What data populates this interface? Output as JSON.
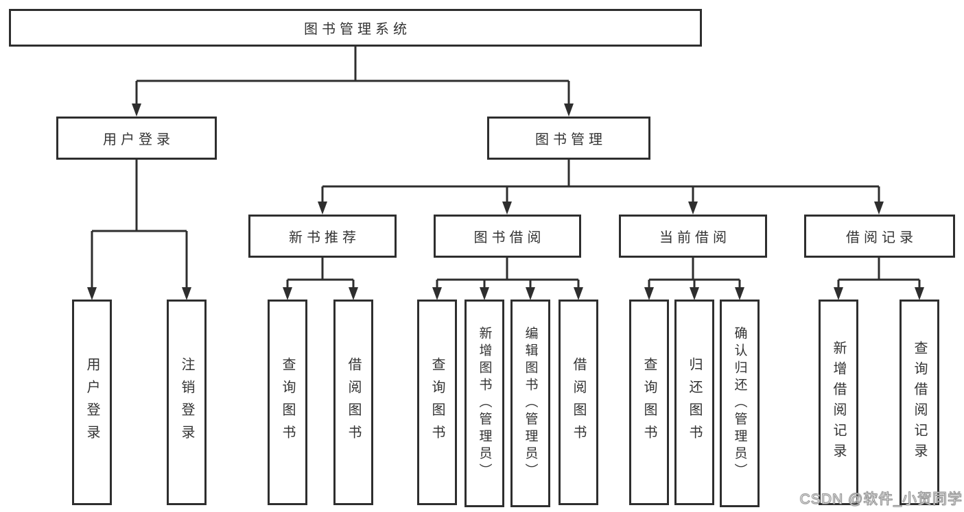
{
  "colors": {
    "line": "#2e2e2e",
    "text": "#333333",
    "background": "#ffffff",
    "watermark_fill": "#ffffff",
    "watermark_outline": "#8f8f8f"
  },
  "watermark": {
    "text": "CSDN @软件_小贺同学"
  },
  "tree": {
    "root": {
      "label": "图书管理系统",
      "children": [
        {
          "label": "用户登录",
          "children": [
            {
              "label": "用户登录"
            },
            {
              "label": "注销登录"
            }
          ]
        },
        {
          "label": "图书管理",
          "children": [
            {
              "label": "新书推荐",
              "children": [
                {
                  "label": "查询图书"
                },
                {
                  "label": "借阅图书"
                }
              ]
            },
            {
              "label": "图书借阅",
              "children": [
                {
                  "label": "查询图书"
                },
                {
                  "label": "新增图书（管理员）"
                },
                {
                  "label": "编辑图书（管理员）"
                },
                {
                  "label": "借阅图书"
                }
              ]
            },
            {
              "label": "当前借阅",
              "children": [
                {
                  "label": "查询图书"
                },
                {
                  "label": "归还图书"
                },
                {
                  "label": "确认归还（管理员）"
                }
              ]
            },
            {
              "label": "借阅记录",
              "children": [
                {
                  "label": "新增借阅记录"
                },
                {
                  "label": "查询借阅记录"
                }
              ]
            }
          ]
        }
      ]
    }
  }
}
